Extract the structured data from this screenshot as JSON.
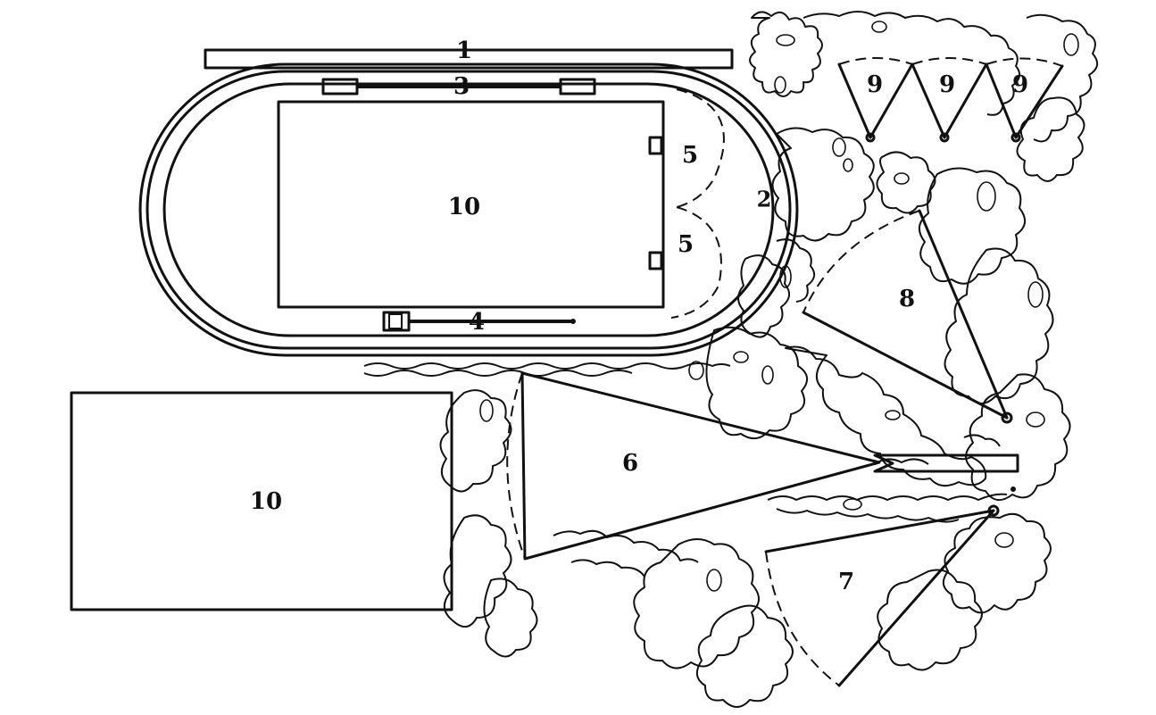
{
  "labels": {
    "straight_track": "1",
    "oval_track": "2",
    "jump_runway_top": "3",
    "jump_runway_bottom": "4",
    "end_area_upper": "5",
    "end_area_lower": "5",
    "infield": "10",
    "throwing_sector_large": "6",
    "throwing_sector_bottom": "7",
    "throwing_sector_right": "8",
    "small_sector_1": "9",
    "small_sector_2": "9",
    "small_sector_3": "9",
    "practice_field": "10"
  },
  "colors": {
    "ink": "#111111",
    "paper": "#ffffff"
  }
}
